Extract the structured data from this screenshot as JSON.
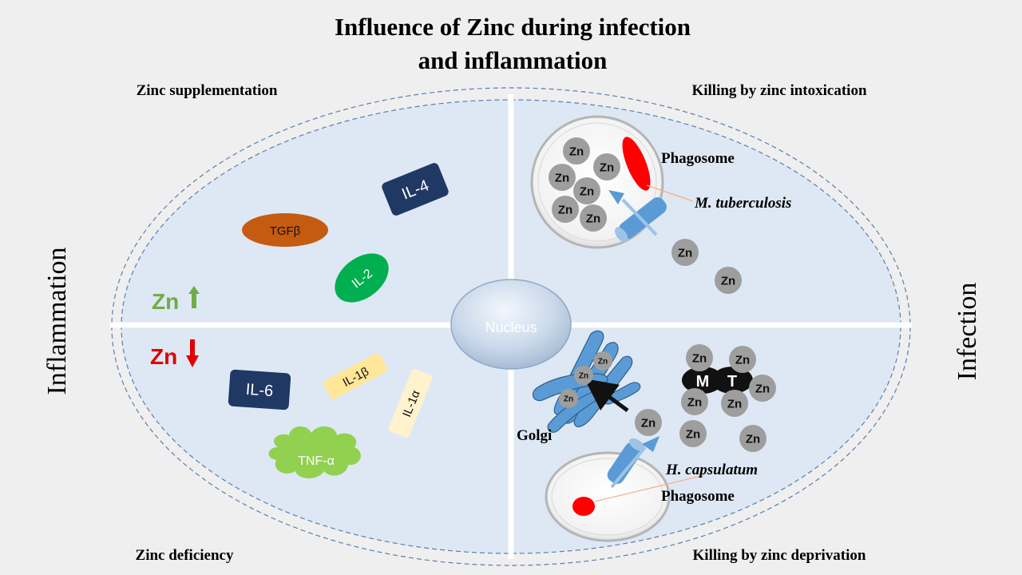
{
  "title_line1": "Influence of Zinc during  infection",
  "title_line2": "and inflammation",
  "quadrants": {
    "top_left": "Zinc supplementation",
    "top_right": "Killing  by zinc intoxication",
    "bottom_left": "Zinc deficiency",
    "bottom_right": "Killing  by zinc deprivation"
  },
  "side_left": "Inflammation",
  "side_right": "Infection",
  "nucleus": "Nucleus",
  "zn_up": "Zn",
  "zn_down": "Zn",
  "cytokines": {
    "il4": "IL-4",
    "tgfb": "TGFβ",
    "il2": "IL-2",
    "il6": "IL-6",
    "il1b": "IL-1β",
    "il1a": "IL-1α",
    "tnfa": "TNF-α"
  },
  "phagosome_top": "Phagosome",
  "m_tuberculosis": "M. tuberculosis",
  "golgi": "Golgi",
  "h_capsulatum": "H. capsulatum",
  "phagosome_bottom": "Phagosome",
  "mt_m": "M",
  "mt_t": "T",
  "zn": "Zn",
  "colors": {
    "ellipse_fill": "#dde8f4",
    "zn_ion": "#9e9e9e",
    "il4": "#1f3864",
    "tgfb": "#c55a11",
    "il2": "#00b050",
    "il1": "#ffe699",
    "tnfa": "#92d050",
    "transporter": "#5b9bd5",
    "pathogen": "#ff0000",
    "zn_up": "#70ad47",
    "zn_down": "#ff0000"
  }
}
